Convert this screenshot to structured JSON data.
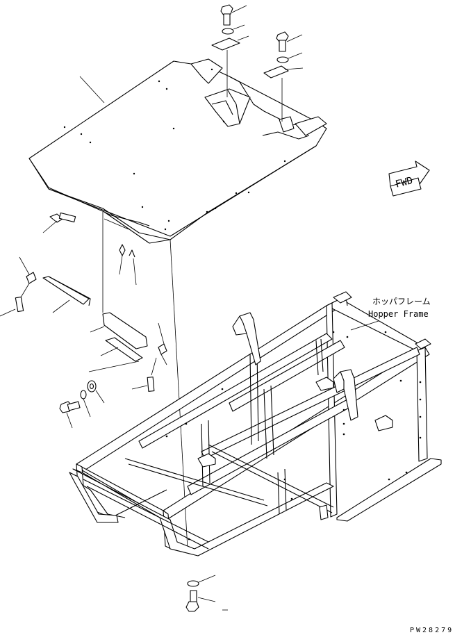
{
  "direction_arrow": {
    "label": "FWD"
  },
  "callout": {
    "hopper_frame_jp": "ホッパフレーム",
    "hopper_frame_en": "Hopper Frame"
  },
  "drawing_number": "PW28279"
}
